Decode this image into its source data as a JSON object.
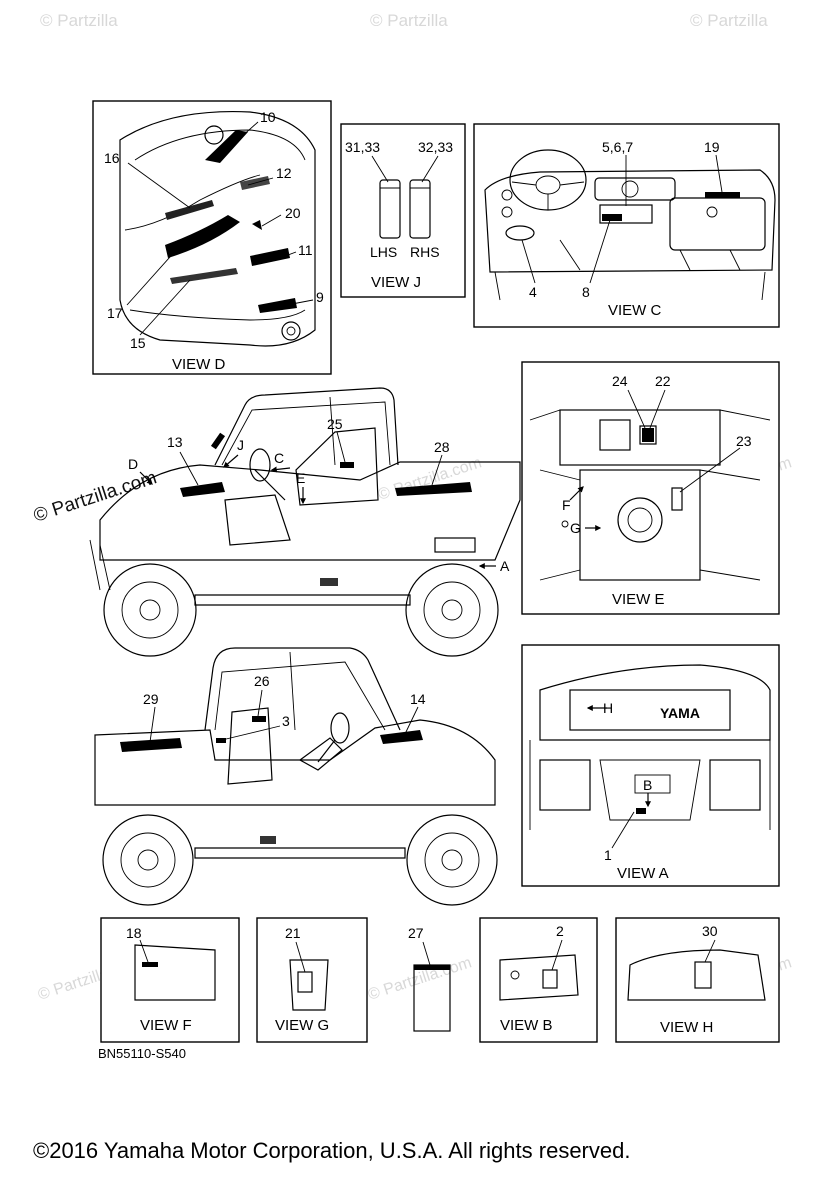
{
  "watermark": {
    "text": "© Partzilla",
    "big_text": "© Partzilla.com"
  },
  "views": {
    "d": "VIEW D",
    "j": "VIEW J",
    "c": "VIEW C",
    "e": "VIEW E",
    "a": "VIEW A",
    "f": "VIEW F",
    "g": "VIEW G",
    "b": "VIEW B",
    "h": "VIEW H"
  },
  "view_j_sides": {
    "lhs": "LHS",
    "rhs": "RHS"
  },
  "callouts": {
    "c1": "1",
    "c2": "2",
    "c3": "3",
    "c4": "4",
    "c5_6_7": "5,6,7",
    "c8": "8",
    "c9": "9",
    "c10": "10",
    "c11": "11",
    "c12": "12",
    "c13": "13",
    "c14": "14",
    "c15": "15",
    "c16": "16",
    "c17": "17",
    "c18": "18",
    "c19": "19",
    "c20": "20",
    "c21": "21",
    "c22": "22",
    "c23": "23",
    "c24": "24",
    "c25": "25",
    "c26": "26",
    "c27": "27",
    "c28": "28",
    "c29": "29",
    "c30": "30",
    "c31_33": "31,33",
    "c32_33": "32,33"
  },
  "arrows": {
    "a": "A",
    "b": "B",
    "c": "C",
    "d": "D",
    "e": "E",
    "f": "F",
    "g": "G",
    "h": "H",
    "j": "J"
  },
  "yamaha_text": "YAMA",
  "diagram_code": "BN55110-S540",
  "copyright": "©2016 Yamaha Motor Corporation, U.S.A. All rights reserved."
}
